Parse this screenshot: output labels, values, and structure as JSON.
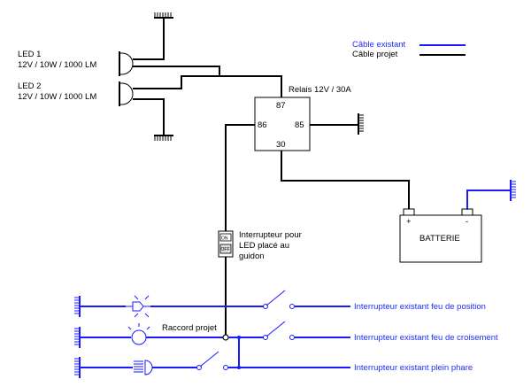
{
  "legend": {
    "existing_label": "Câble existant",
    "project_label": "Câble projet",
    "existing_color": "#1a1aff",
    "project_color": "#000000"
  },
  "leds": {
    "led1_name": "LED 1",
    "led1_spec": "12V / 10W / 1000 LM",
    "led2_name": "LED 2",
    "led2_spec": "12V / 10W / 1000 LM"
  },
  "relay": {
    "title": "Relais 12V / 30A",
    "pin_87": "87",
    "pin_86": "86",
    "pin_85": "85",
    "pin_30": "30"
  },
  "battery": {
    "label": "BATTERIE",
    "plus": "+",
    "minus": "-"
  },
  "switch_led": {
    "line1": "Interrupteur pour",
    "line2": "LED placé au",
    "line3": "guidon",
    "on": "ON",
    "off": "OFF"
  },
  "raccord": "Raccord projet",
  "existing_switches": {
    "position": "Interrupteur existant feu de position",
    "croisement": "Interrupteur existant feu de croisement",
    "plein_phare": "Interrupteur existant plein phare"
  }
}
